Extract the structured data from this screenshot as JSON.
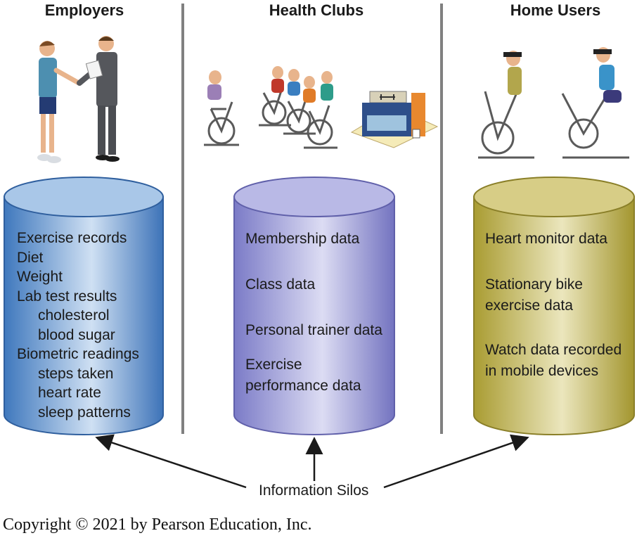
{
  "columns": {
    "employers": {
      "title": "Employers",
      "items": [
        {
          "text": "Exercise records",
          "indent": false
        },
        {
          "text": "Diet",
          "indent": false
        },
        {
          "text": "Weight",
          "indent": false
        },
        {
          "text": "Lab test results",
          "indent": false
        },
        {
          "text": "cholesterol",
          "indent": true
        },
        {
          "text": "blood sugar",
          "indent": true
        },
        {
          "text": "Biometric readings",
          "indent": false
        },
        {
          "text": "steps taken",
          "indent": true
        },
        {
          "text": "heart rate",
          "indent": true
        },
        {
          "text": "sleep patterns",
          "indent": true
        }
      ],
      "color": "#5b9bd5"
    },
    "health_clubs": {
      "title": "Health Clubs",
      "items": [
        [
          "Membership data"
        ],
        [
          "Class data"
        ],
        [
          "Personal trainer data"
        ],
        [
          "Exercise",
          "performance data"
        ]
      ],
      "color": "#8f8fd6"
    },
    "home_users": {
      "title": "Home Users",
      "items": [
        [
          "Heart monitor data"
        ],
        [
          "Stationary bike",
          "exercise data"
        ],
        [
          "Watch data recorded",
          "in mobile devices"
        ]
      ],
      "color": "#b8ad4a"
    }
  },
  "silo_label": "Information Silos",
  "copyright": "Copyright © 2021 by Pearson Education, Inc."
}
